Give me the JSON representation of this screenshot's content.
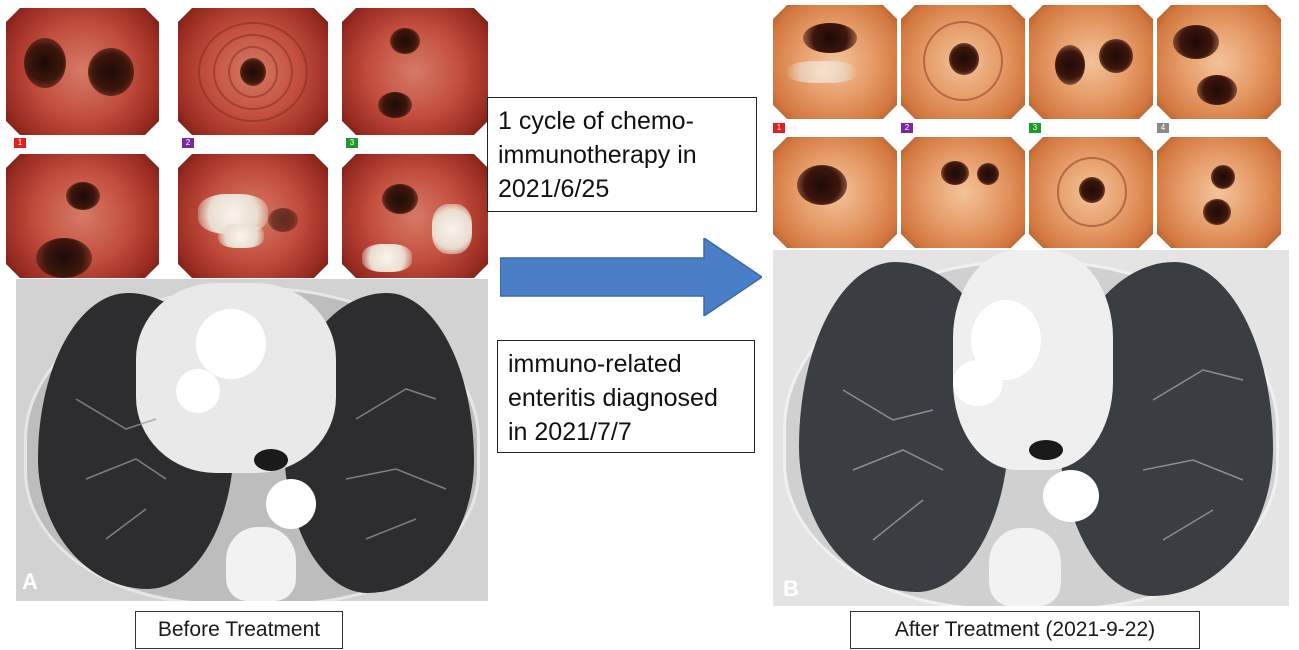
{
  "panel_a": {
    "letter": "A",
    "caption": "Before Treatment",
    "thumb_tags": [
      "1",
      "2",
      "3"
    ],
    "tag_colors": [
      "#e02020",
      "#7a2aa0",
      "#1e9a2a"
    ]
  },
  "panel_b": {
    "letter": "B",
    "caption": "After Treatment (2021-9-22)",
    "thumb_tags": [
      "1",
      "2",
      "3",
      "4"
    ],
    "tag_colors": [
      "#e02020",
      "#7a2aa0",
      "#1e9a2a",
      "#8a8a8a"
    ]
  },
  "middle": {
    "note_top": "1 cycle of chemo-immunotherapy in 2021/6/25",
    "note_bottom": "immuno-related enteritis diagnosed in 2021/7/7",
    "arrow_color": "#4a7ec7"
  }
}
